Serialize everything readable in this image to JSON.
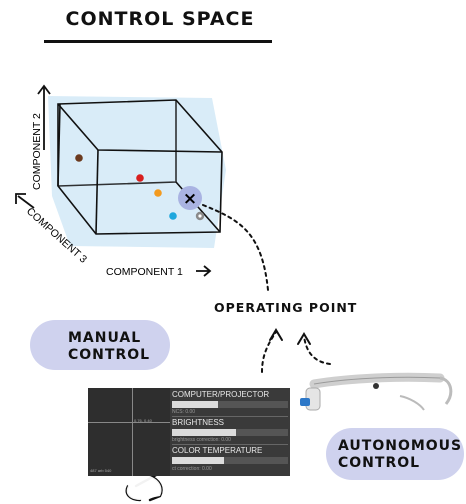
{
  "title": "CONTROL SPACE",
  "axes": {
    "x_label": "COMPONENT 1",
    "y_label": "COMPONENT 2",
    "z_label": "COMPONENT 3"
  },
  "operating_point": {
    "marker": "×",
    "label": "OPERATING POINT"
  },
  "manual_control": {
    "line1": "MANUAL",
    "line2": "CONTROL"
  },
  "autonomous_control": {
    "line1": "AUTONOMOUS",
    "line2": "CONTROL"
  },
  "panel": {
    "section1_title": "COMPUTER/PROJECTOR",
    "section1_sub": "NCS: 0.00",
    "section2_title": "BRIGHTNESS",
    "section2_sub": "brightness correction: 0.00",
    "section3_title": "COLOR TEMPERATURE",
    "section3_sub": "ct correction: 0.00",
    "coords": "0.76, 0.40",
    "corner": "487 arb 540"
  },
  "colors": {
    "cube_fill": "#d9ecf8",
    "highlight": "#a9b3e2",
    "blob": "#cfd2ee",
    "dot_brown": "#6b3a1f",
    "dot_red": "#d81e1e",
    "dot_orange": "#f39a1f",
    "dot_blue": "#1fa7dd",
    "dot_gray": "#8a8a8a"
  }
}
